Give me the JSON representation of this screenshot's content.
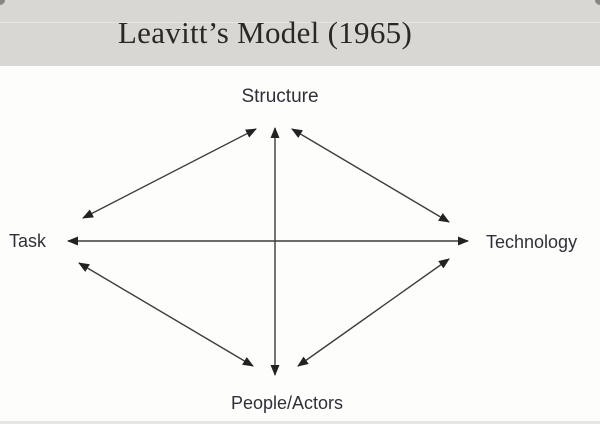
{
  "slide": {
    "title": "Leavitt’s Model (1965)"
  },
  "diagram": {
    "nodes": {
      "structure": {
        "label": "Structure"
      },
      "task": {
        "label": "Task"
      },
      "technology": {
        "label": "Technology"
      },
      "people": {
        "label": "People/Actors"
      }
    },
    "edges": [
      {
        "from": "task",
        "to": "structure",
        "bidirectional": true
      },
      {
        "from": "structure",
        "to": "technology",
        "bidirectional": true
      },
      {
        "from": "task",
        "to": "technology",
        "bidirectional": true
      },
      {
        "from": "task",
        "to": "people",
        "bidirectional": true
      },
      {
        "from": "people",
        "to": "technology",
        "bidirectional": true
      },
      {
        "from": "structure",
        "to": "people",
        "bidirectional": true
      }
    ]
  },
  "colors": {
    "header_bg": "#d8d7d3",
    "title_text": "#2a2824",
    "body_bg": "#fdfdfc",
    "line": "#3c3c3c",
    "arrowhead": "#222222",
    "label_text": "#30303a"
  }
}
